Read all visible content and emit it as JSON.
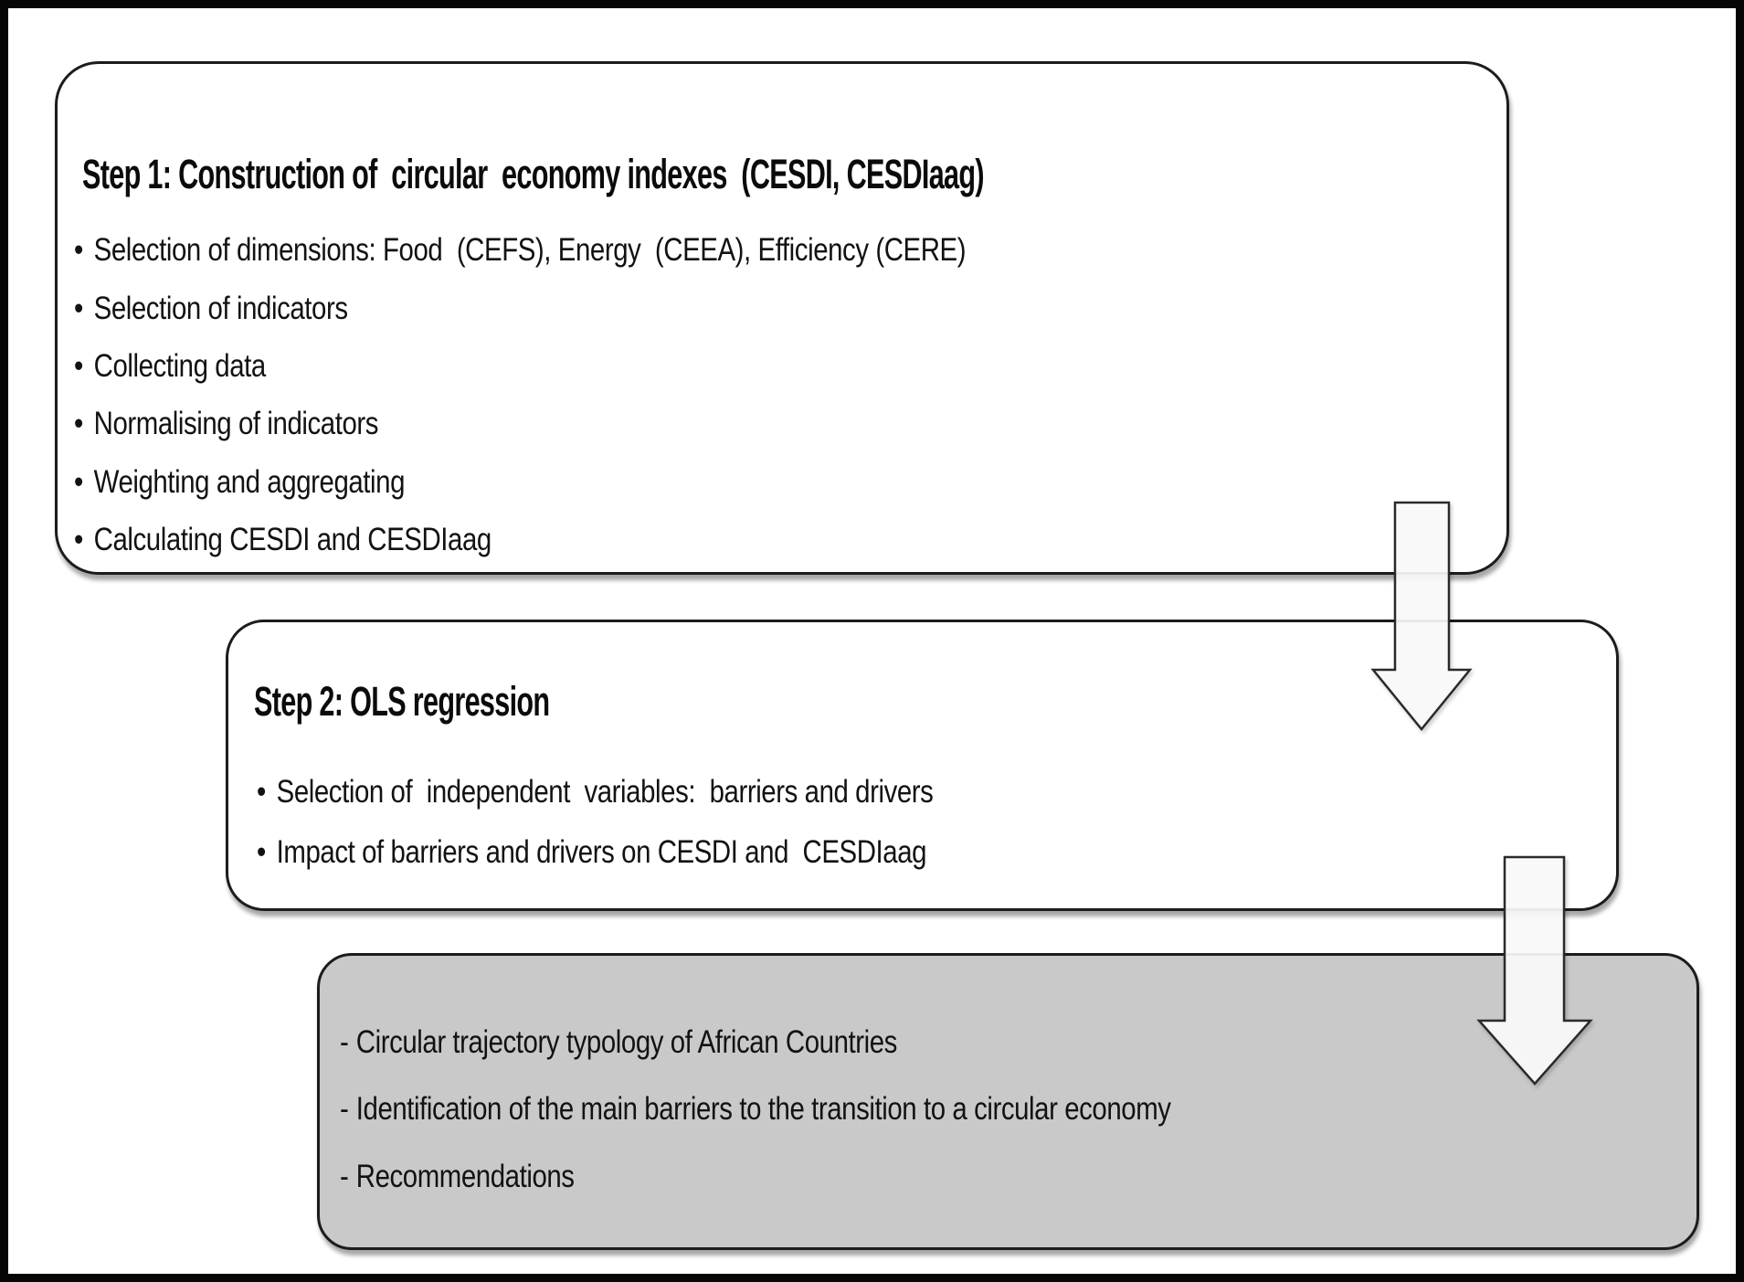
{
  "figure": {
    "step1": {
      "title": "Step 1: Construction of  circular  economy indexes  (CESDI, CESDIaag)",
      "marker": "•",
      "items": [
        "Selection of dimensions: Food  (CEFS), Energy  (CEEA), Efficiency (CERE)",
        "Selection of indicators",
        "Collecting data",
        "Normalising of indicators",
        "Weighting and aggregating",
        "Calculating CESDI and CESDIaag"
      ]
    },
    "step2": {
      "title": "Step 2: OLS regression",
      "marker": "•",
      "items": [
        "Selection of  independent  variables:  barriers and drivers",
        "Impact of barriers and drivers on CESDI and  CESDIaag"
      ]
    },
    "outcomes": {
      "marker": "-",
      "items": [
        "Circular trajectory typology of African Countries",
        "Identification of the main barriers to the transition to a circular economy",
        "Recommendations"
      ]
    },
    "icons": {
      "flow_arrow_1": "down-block-arrow",
      "flow_arrow_2": "down-block-arrow"
    },
    "colors": {
      "frame_border": "#060606",
      "box_border": "#1c1c1c",
      "box_background": "#ffffff",
      "outcomes_background": "#c9c9c9",
      "arrow_fill": "#fcfcfc",
      "text": "#121212"
    }
  }
}
